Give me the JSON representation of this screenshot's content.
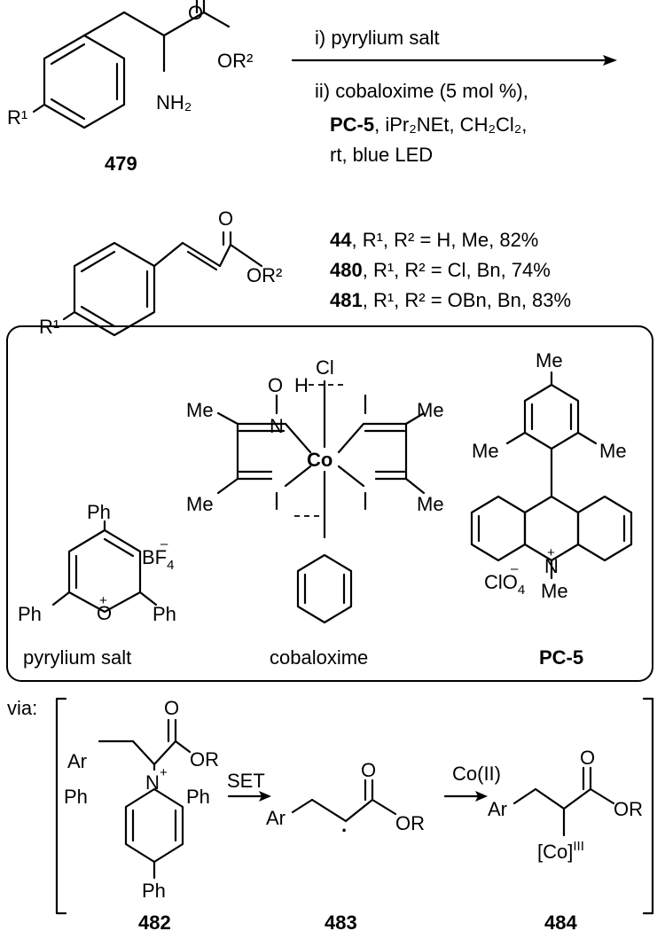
{
  "scheme": {
    "reagents": {
      "step1": "i) pyrylium salt",
      "step2_line1": "ii) cobaloxime (5 mol %),",
      "step2_line2_bold": "PC-5",
      "step2_line2_rest": ", iPr₂NEt, CH₂Cl₂,",
      "step2_line3": "rt, blue LED"
    },
    "starting_material": {
      "compound_number": "479",
      "substituent_r1": "R¹",
      "ester_group": "OR²",
      "amine_group": "NH₂",
      "carbonyl_o": "O"
    },
    "product": {
      "substituent_r1": "R¹",
      "ester_group": "OR²",
      "carbonyl_o": "O"
    },
    "results": [
      {
        "id": "44",
        "text": ", R¹, R² = H, Me, 82%"
      },
      {
        "id": "480",
        "text": ", R¹, R² = Cl, Bn, 74%"
      },
      {
        "id": "481",
        "text": ", R¹, R² = OBn, Bn, 83%"
      }
    ],
    "catalysts": {
      "pyrylium": {
        "label": "pyrylium salt",
        "ph_top": "Ph",
        "ph_left": "Ph",
        "ph_right": "Ph",
        "o_plus": "O",
        "plus": "+",
        "counterion": "BF",
        "counterion_sub": "4",
        "counterion_charge": "–"
      },
      "cobaloxime": {
        "label": "cobaloxime",
        "cl": "Cl",
        "co": "Co",
        "me1": "Me",
        "me2": "Me",
        "me3": "Me",
        "me4": "Me",
        "n": "N",
        "o": "O",
        "h": "H"
      },
      "pc5": {
        "label": "PC-5",
        "me_top": "Me",
        "me_left": "Me",
        "me_right": "Me",
        "n_me": "Me",
        "n_plus": "N",
        "plus": "+",
        "counterion": "ClO",
        "counterion_sub": "4",
        "counterion_charge": "–"
      }
    },
    "mechanism": {
      "via": "via:",
      "int482": {
        "number": "482",
        "ar": "Ar",
        "or": "OR",
        "o": "O",
        "n": "N",
        "plus": "+",
        "ph1": "Ph",
        "ph2": "Ph",
        "ph3": "Ph"
      },
      "arrow1_label": "SET",
      "int483": {
        "number": "483",
        "ar": "Ar",
        "or": "OR",
        "o": "O",
        "dot": "·"
      },
      "arrow2_label": "Co(II)",
      "int484": {
        "number": "484",
        "ar": "Ar",
        "or": "OR",
        "o": "O",
        "co": "[Co]",
        "co_sup": "III"
      }
    }
  }
}
